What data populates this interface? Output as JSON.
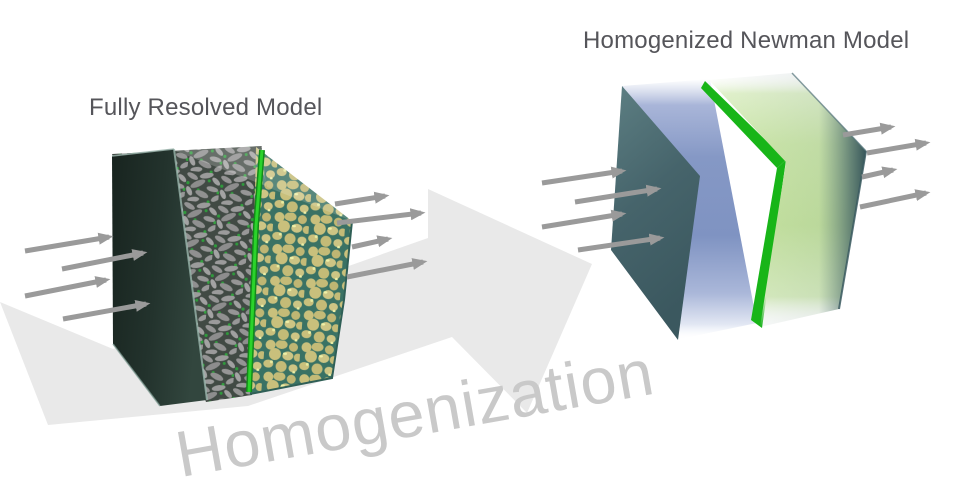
{
  "titles": {
    "left": "Fully Resolved Model",
    "right": "Homogenized Newman Model"
  },
  "process_arrow": {
    "label": "Homogenization",
    "fill": "#e9e9e9",
    "label_color": "#c9c9c9"
  },
  "flow_arrows": {
    "color": "#9a9a9a",
    "left_in_count": 4,
    "left_out_count": 4,
    "right_in_count": 4,
    "right_out_count": 4
  },
  "palette": {
    "title_text": "#55555a",
    "dark_collector_teal": "#243632",
    "anode_particle_gray": "#969696",
    "anode_pore_dark": "#414a44",
    "cathode_particle_tan": "#c9c07c",
    "cathode_pore_teal": "#3a7264",
    "separator_green": "#1cb51c",
    "electrolyte_blue": "#8295c4",
    "homogenized_cathode_green": "#cde8a8",
    "homogenized_face_teal": "#44636a"
  }
}
